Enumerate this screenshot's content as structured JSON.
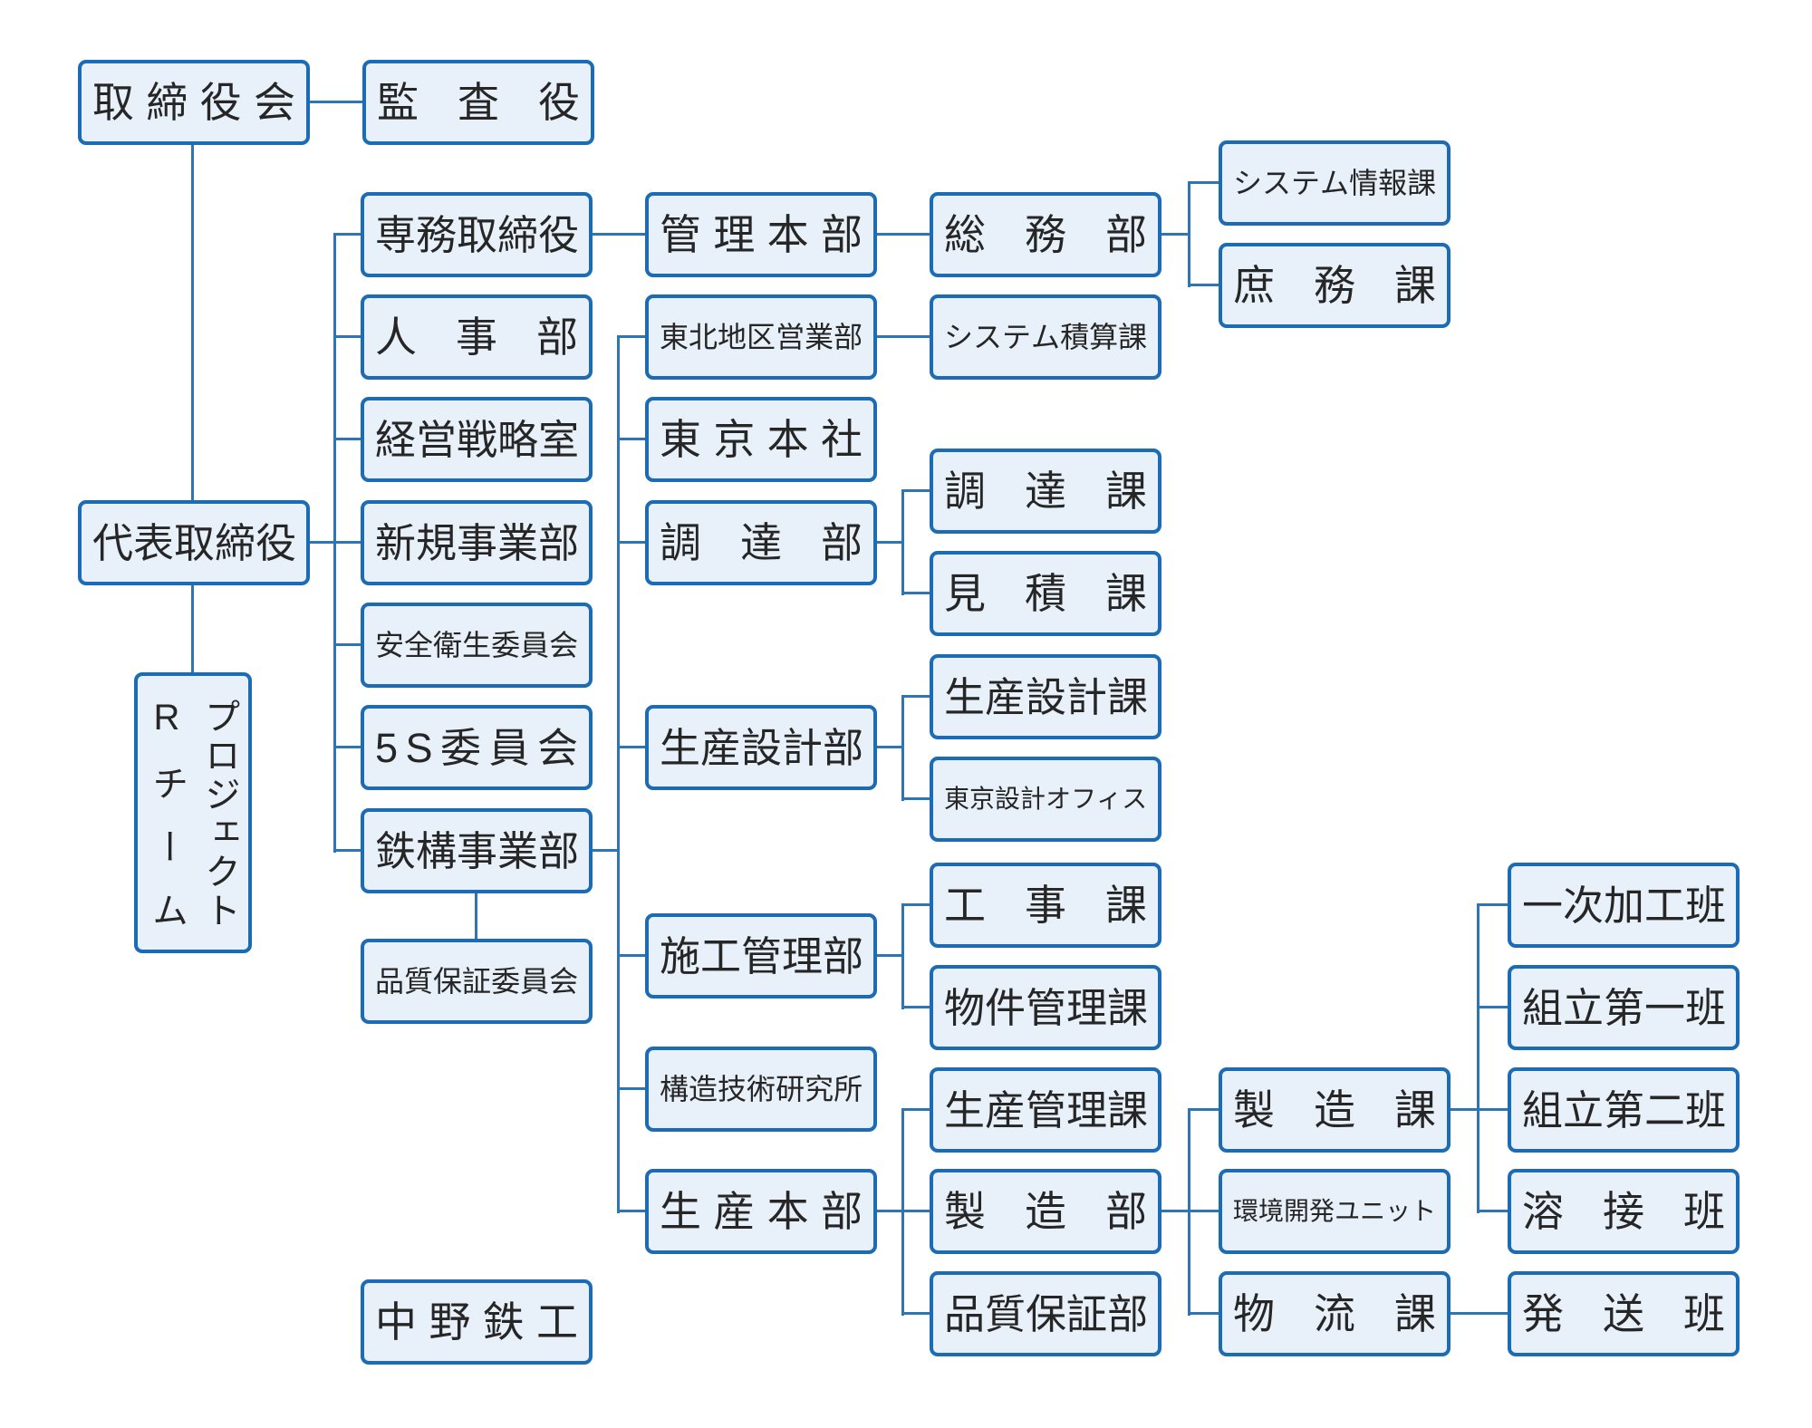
{
  "diagram_type": "org-chart",
  "colors": {
    "box_fill": "#e8f0f9",
    "box_border": "#1b6cb5",
    "connector": "#2e75b6",
    "text": "#262626",
    "background": "#ffffff"
  },
  "nodes": {
    "board": {
      "label": "取締役会",
      "parent": null
    },
    "auditor": {
      "label": "監査役",
      "parent": "board"
    },
    "president": {
      "label": "代表取締役",
      "parent": "board"
    },
    "project_r_team": {
      "label": "プロジェクトRチーム",
      "lines": [
        "プロジェクト",
        "Rチーム"
      ],
      "parent": "president"
    },
    "senior_md": {
      "label": "専務取締役",
      "parent": "president"
    },
    "hr_dept": {
      "label": "人事部",
      "parent": "president"
    },
    "strategy_office": {
      "label": "経営戦略室",
      "parent": "president"
    },
    "new_business_dept": {
      "label": "新規事業部",
      "parent": "president"
    },
    "safety_committee": {
      "label": "安全衛生委員会",
      "parent": "president"
    },
    "five_s_committee": {
      "label": "5S委員会",
      "parent": "president"
    },
    "steel_division": {
      "label": "鉄構事業部",
      "parent": "president"
    },
    "qa_committee": {
      "label": "品質保証委員会",
      "parent": "steel_division"
    },
    "admin_hq": {
      "label": "管理本部",
      "parent": "senior_md"
    },
    "general_affairs_dept": {
      "label": "総務部",
      "parent": "admin_hq"
    },
    "system_info_sec": {
      "label": "システム情報課",
      "parent": "general_affairs_dept"
    },
    "general_services_sec": {
      "label": "庶務課",
      "parent": "general_affairs_dept"
    },
    "tohoku_sales_dept": {
      "label": "東北地区営業部",
      "parent": "steel_division"
    },
    "system_estimation_sec": {
      "label": "システム積算課",
      "parent": "tohoku_sales_dept"
    },
    "tokyo_head_office": {
      "label": "東京本社",
      "parent": "steel_division"
    },
    "procurement_dept": {
      "label": "調達部",
      "parent": "steel_division"
    },
    "procurement_sec": {
      "label": "調達課",
      "parent": "procurement_dept"
    },
    "estimation_sec": {
      "label": "見積課",
      "parent": "procurement_dept"
    },
    "production_design_dept": {
      "label": "生産設計部",
      "parent": "steel_division"
    },
    "production_design_sec": {
      "label": "生産設計課",
      "parent": "production_design_dept"
    },
    "tokyo_design_office": {
      "label": "東京設計オフィス",
      "parent": "production_design_dept"
    },
    "construction_mgmt_dept": {
      "label": "施工管理部",
      "parent": "steel_division"
    },
    "construction_sec": {
      "label": "工事課",
      "parent": "construction_mgmt_dept"
    },
    "property_mgmt_sec": {
      "label": "物件管理課",
      "parent": "construction_mgmt_dept"
    },
    "structural_research_institute": {
      "label": "構造技術研究所",
      "parent": "steel_division"
    },
    "production_hq": {
      "label": "生産本部",
      "parent": "steel_division"
    },
    "production_control_sec": {
      "label": "生産管理課",
      "parent": "production_hq"
    },
    "manufacturing_dept": {
      "label": "製造部",
      "parent": "production_hq"
    },
    "quality_assurance_dept": {
      "label": "品質保証部",
      "parent": "production_hq"
    },
    "manufacturing_sec": {
      "label": "製造課",
      "parent": "manufacturing_dept"
    },
    "environment_dev_unit": {
      "label": "環境開発ユニット",
      "parent": "manufacturing_dept"
    },
    "logistics_sec": {
      "label": "物流課",
      "parent": "manufacturing_dept"
    },
    "primary_processing_team": {
      "label": "一次加工班",
      "parent": "manufacturing_sec"
    },
    "assembly_team_1": {
      "label": "組立第一班",
      "parent": "manufacturing_sec"
    },
    "assembly_team_2": {
      "label": "組立第二班",
      "parent": "manufacturing_sec"
    },
    "welding_team": {
      "label": "溶接班",
      "parent": "manufacturing_sec"
    },
    "shipping_team": {
      "label": "発送班",
      "parent": "logistics_sec"
    },
    "company_name": {
      "label": "中野鉄工",
      "parent": null
    }
  }
}
